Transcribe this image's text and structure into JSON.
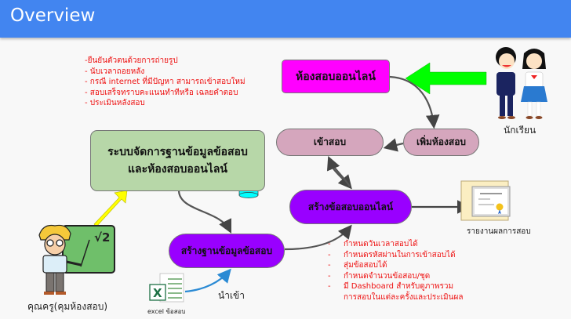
{
  "header": {
    "title": "Overview",
    "color": "#4285f0"
  },
  "diagram": {
    "student_notes": [
      "-ยืนยันตัวตนด้วยการถ่ายรูป",
      "- นับเวลาถอยหลัง",
      "- กรณี internet ที่มีปัญหา สามารถเข้าสอบใหม่",
      "- สอบเสร็จทราบคะแนนทำทีหรือ เฉลยคำตอบ",
      "- ประเมินหลังสอบ"
    ],
    "nodes": {
      "online_room": "ห้องสอบออนไลน์",
      "system_line1": "ระบบจัดการฐานข้อมูลข้อสอบ",
      "system_line2": "และห้องสอบออนไลน์",
      "enter_exam": "เข้าสอบ",
      "add_room": "เพิ่มห้องสอบ",
      "create_online_exam": "สร้างข้อสอบออนไลน์",
      "create_exam_db": "สร้างฐานข้อมูลข้อสอบ"
    },
    "actors": {
      "students": "นักเรียน",
      "teacher": "คุณครู(คุมห้องสอบ)"
    },
    "artifacts": {
      "report": "รายงานผลการสอบ",
      "excel": "excel ข้อสอบ",
      "import": "นำเข้า"
    },
    "feature_bullets": [
      "กำหนดวันเวลาสอบได้",
      "กำหนดรหัสผ่านในการเข้าสอบได้",
      "สุ่มข้อสอบได้",
      "กำหนดจำนวนข้อสอบ/ชุด",
      "มี Dashboard สำหรับดูภาพรวม",
      "การสอบในแต่ละครั้งและประเมินผล"
    ],
    "feature_bullet_marks": [
      "-",
      "-",
      "-",
      "-",
      "-",
      ""
    ],
    "colors": {
      "online_room": "#ff00ff",
      "system": "#b7d7a8",
      "pink_nodes": "#d5a6bd",
      "purple_nodes": "#9900ff",
      "notes_text": "#ee1111",
      "green_arrow": "#00ff00",
      "yellow_arrow": "#ffff00",
      "import_arrow": "#2a8ad4"
    }
  }
}
